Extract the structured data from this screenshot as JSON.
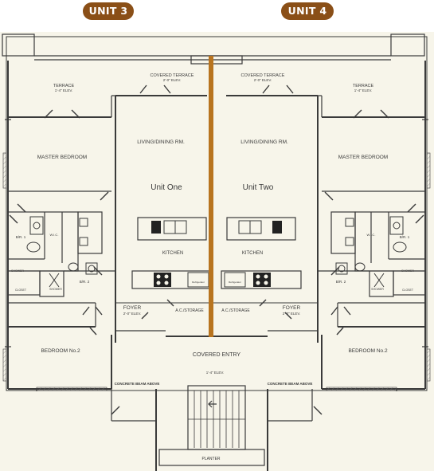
{
  "badges": {
    "left": "UNIT 3",
    "right": "UNIT 4"
  },
  "colors": {
    "badge": "#8a4f17",
    "divider": "#b8741f",
    "paper": "#f7f5ea",
    "line": "#3a3a3a"
  },
  "labels": {
    "covered_terrace": "COVERED TERRACE",
    "terrace_elev_left": "2'-0\" ELEV.",
    "terrace_elev_right": "2'-0\" ELEV.",
    "terrace": "TERRACE",
    "terrace_sub": "1'-4\" ELEV.",
    "living_dining": "LIVING/DINING RM.",
    "master_bedroom": "MASTER BEDROOM",
    "unit_one": "Unit One",
    "unit_two": "Unit Two",
    "kitchen": "KITCHEN",
    "br1": "B/R. 1",
    "wic": "W.I.C.",
    "shower": "SHOWER",
    "closet": "CLOSET",
    "br2": "B/R. 2",
    "foyer": "FOYER",
    "foyer_elev": "2'-0\" ELEV.",
    "ac_storage": "A.C./STORAGE",
    "bedroom2": "BEDROOM No.2",
    "covered_entry": "COVERED ENTRY",
    "entry_elev": "1'-4\" ELEV.",
    "concrete_beam": "CONCRETE BEAM ABOVE",
    "planter": "PLANTER",
    "refrigerator": "Refrigerator"
  }
}
